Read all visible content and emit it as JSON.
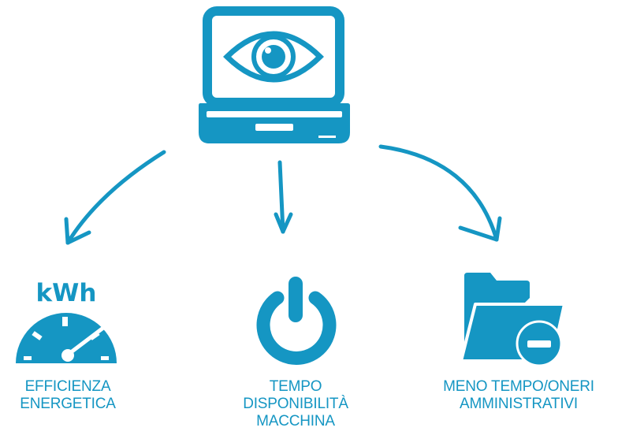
{
  "colors": {
    "primary": "#1596c3",
    "background": "#ffffff"
  },
  "center": {
    "icon": "laptop-with-eye-icon"
  },
  "items": [
    {
      "icon": "speedometer-icon",
      "unit": "kWh",
      "lines": [
        "EFFICIENZA",
        "ENERGETICA"
      ]
    },
    {
      "icon": "power-icon",
      "lines": [
        "TEMPO",
        "DISPONIBILITÀ",
        "MACCHINA"
      ]
    },
    {
      "icon": "folder-minus-icon",
      "lines": [
        "MENO TEMPO/ONERI",
        "AMMINISTRATIVI"
      ]
    }
  ]
}
